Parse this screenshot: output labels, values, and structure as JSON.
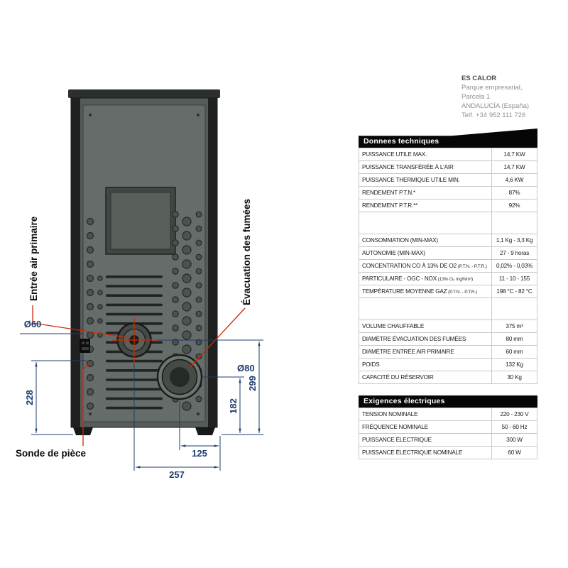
{
  "company": {
    "name": "ES CALOR",
    "address_line1": "Parque empresarial, Parcela 1",
    "address_line2": "ANDALUCÍA (España)",
    "phone": "Telf. +34 952 111 726"
  },
  "technical_table": {
    "title": "Donnees techniques",
    "rows": [
      {
        "label": "PUISSANCE UTILE MAX.",
        "value": "14,7 KW"
      },
      {
        "label": "PUISSANCE TRANSFÉRÉE À L'AIR",
        "value": "14,7 KW"
      },
      {
        "label": "PUISSANCE THERMIQUE UTILE MIN.",
        "value": "4,6 KW"
      },
      {
        "label": "RENDEMENT P.T.N.*",
        "value": "87%"
      },
      {
        "label": "RENDEMENT P.T.R.**",
        "value": "92%"
      },
      {
        "spacer": true
      },
      {
        "label": "CONSOMMATION (MIN-MAX)",
        "value": "1,1 Kg - 3,3 Kg"
      },
      {
        "label": "AUTONOMIE (MIN-MAX)",
        "value": "27 - 9 horas"
      },
      {
        "label": "CONCENTRATION CO À 13% DE O2",
        "note": "(P.T.N. - P.T.R.)",
        "value": "0,02% - 0,03%"
      },
      {
        "label": "PARTICULAIRE - OGC - NOX",
        "note": "(13% O₂ mg/Nm³)",
        "value": "11 - 10 - 155"
      },
      {
        "label": "TEMPÉRATURE MOYENNE GAZ",
        "note": "(P.T.N. - P.T.R.)",
        "value": "198 °C - 82 °C"
      },
      {
        "spacer": true
      },
      {
        "label": "VOLUME CHAUFFABLE",
        "value": "375 m³"
      },
      {
        "label": "DIAMÈTRE ÉVACUATION DES FUMÉES",
        "value": "80 mm"
      },
      {
        "label": "DIAMÈTRE ENTRÉE AIR PRIMAIRE",
        "value": "60 mm"
      },
      {
        "label": "POIDS",
        "value": "132 Kg"
      },
      {
        "label": "CAPACITÉ DU RÉSERVOIR",
        "value": "30 Kg"
      }
    ]
  },
  "electrical_table": {
    "title": "Exigences électriques",
    "rows": [
      {
        "label": "TENSION NOMINALE",
        "value": "220 - 230 V"
      },
      {
        "label": "FRÉQUENCE NOMINALE",
        "value": "50 - 60 Hz"
      },
      {
        "label": "PUISSANCE ÉLECTRIQUE",
        "value": "300 W"
      },
      {
        "label": "PUISSANCE ÉLECTRIQUE NOMINALE",
        "value": "60 W"
      }
    ]
  },
  "diagram": {
    "labels": {
      "air_inlet": "Entrée air primaire",
      "smoke_outlet": "Évacuation des fumées",
      "room_probe": "Sonde de pièce"
    },
    "dimensions": {
      "d60": "Ø60",
      "d80": "Ø80",
      "v228": "228",
      "v182": "182",
      "v299": "299",
      "h125": "125",
      "h257": "257"
    },
    "colors": {
      "dimension": "#1d3c6e",
      "leader": "#cc2a00"
    }
  }
}
